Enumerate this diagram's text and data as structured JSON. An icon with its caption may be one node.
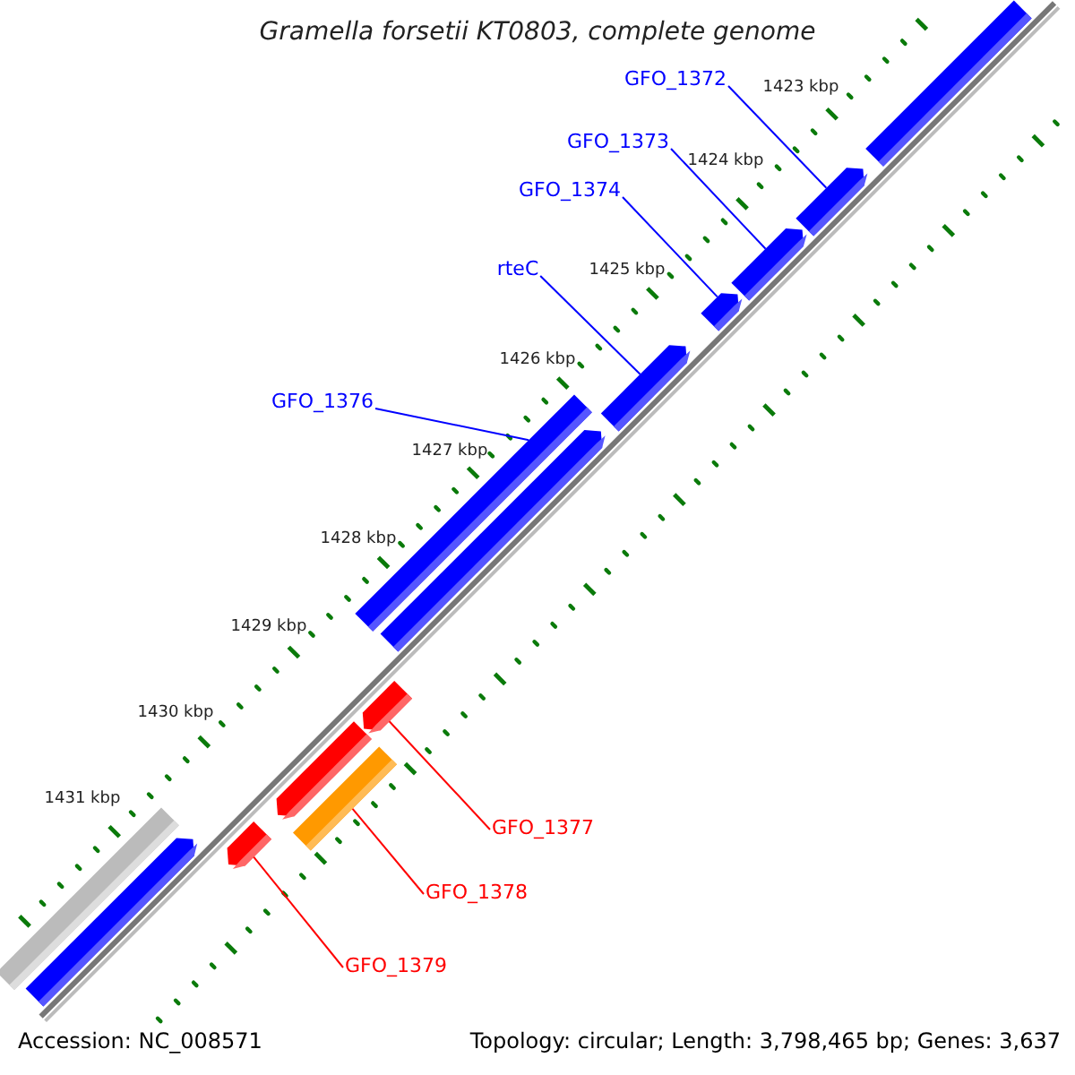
{
  "diagram": {
    "title": "Gramella forsetii KT0803, complete genome",
    "nodes": [
      {
        "text": [
          "GFO_1372"
        ]
      },
      {
        "text": [
          "GFO_1373"
        ]
      },
      {
        "text": [
          "GFO_1374"
        ]
      },
      {
        "text": [
          "rteC"
        ]
      },
      {
        "text": [
          "GFO_1376"
        ]
      },
      {
        "text": [
          "GFO_1377"
        ]
      },
      {
        "text": [
          "GFO_1378"
        ]
      },
      {
        "text": [
          "GFO_1379"
        ]
      },
      {
        "text": [],
        "shape": "bar"
      },
      {
        "text": [],
        "shape": "bar"
      },
      {
        "text": [],
        "shape": "bar"
      },
      {
        "text": [],
        "shape": "bar"
      },
      {
        "text": [],
        "shape": "bar"
      },
      {
        "text": [],
        "shape": "bar"
      },
      {
        "text": [],
        "shape": "bar"
      },
      {
        "text": [],
        "shape": "bar"
      },
      {
        "text": [],
        "shape": "bar"
      },
      {
        "text": [],
        "shape": "bar"
      },
      {
        "text": [],
        "shape": "bar"
      },
      {
        "text": [],
        "shape": "bar"
      },
      {
        "text": [],
        "shape": "bar"
      }
    ],
    "edges": [
      {
        "from": 0,
        "to": 9,
        "arrow": "none"
      },
      {
        "from": 1,
        "to": 10,
        "arrow": "none"
      },
      {
        "from": 2,
        "to": 11,
        "arrow": "none"
      },
      {
        "from": 3,
        "to": 12,
        "arrow": "none"
      },
      {
        "from": 4,
        "to": 13,
        "arrow": "none"
      },
      {
        "from": 5,
        "to": 15,
        "arrow": "none",
        "color": "#ff0000"
      },
      {
        "from": 6,
        "to": 17,
        "arrow": "none",
        "color": "#ff0000"
      },
      {
        "from": 7,
        "to": 19,
        "arrow": "none",
        "color": "#ff0000"
      }
    ],
    "labels": [
      "1423 kbp",
      "1424 kbp",
      "1425 kbp",
      "1426 kbp",
      "1427 kbp",
      "1428 kbp",
      "1429 kbp",
      "1430 kbp",
      "1431 kbp",
      "Accession: NC_008571",
      "Topology: circular; Length: 3,798,465 bp; Genes: 3,637"
    ]
  }
}
